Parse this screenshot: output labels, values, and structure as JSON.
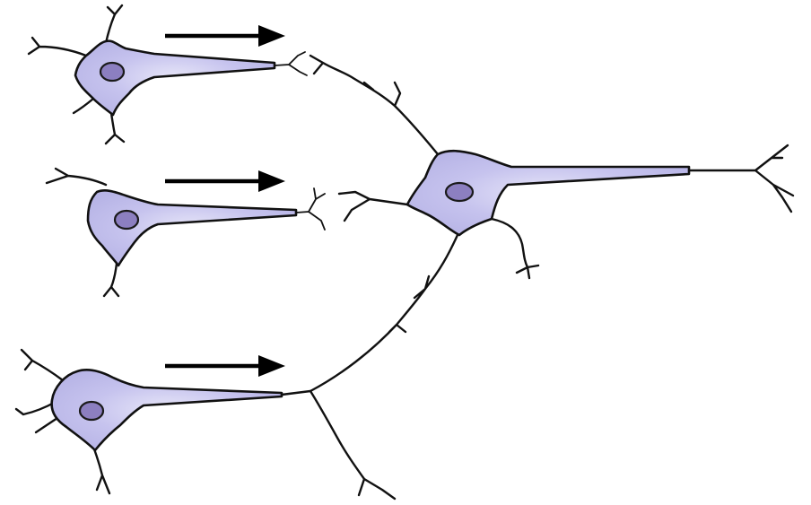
{
  "diagram": {
    "neurons": [
      {
        "id": "presynaptic-neuron-1",
        "role": "presynaptic"
      },
      {
        "id": "presynaptic-neuron-2",
        "role": "presynaptic"
      },
      {
        "id": "presynaptic-neuron-3",
        "role": "presynaptic"
      },
      {
        "id": "postsynaptic-neuron",
        "role": "postsynaptic"
      }
    ],
    "arrows": [
      {
        "id": "signal-arrow-1",
        "direction": "right"
      },
      {
        "id": "signal-arrow-2",
        "direction": "right"
      },
      {
        "id": "signal-arrow-3",
        "direction": "right"
      }
    ],
    "colors": {
      "cell_body_fill": "#b7b4e6",
      "cell_body_highlight": "#e7e6f8",
      "nucleus_fill": "#8c7fc0",
      "outline": "#111111",
      "arrow": "#000000",
      "background": "#ffffff"
    }
  }
}
